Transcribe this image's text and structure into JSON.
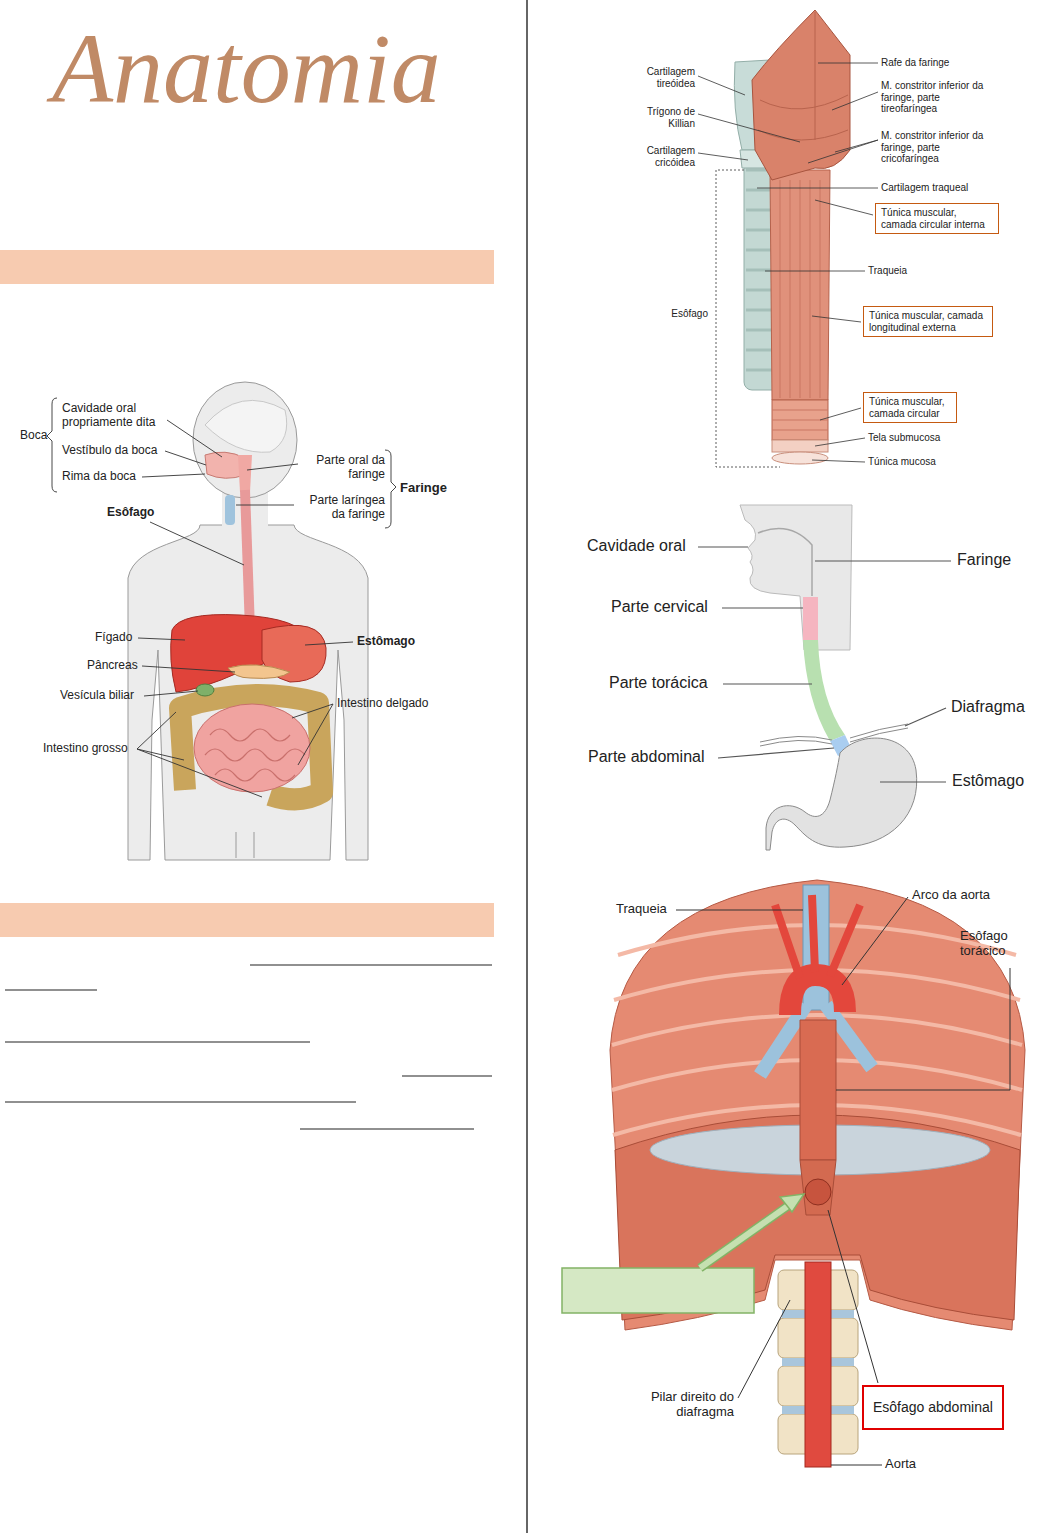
{
  "diagram": {
    "title": "Anatomia",
    "nodes": [
      {
        "text": [
          "Túnica muscular, camada circular interna"
        ]
      },
      {
        "text": [
          "Túnica muscular, camada longitudinal externa"
        ]
      },
      {
        "text": [
          "Túnica muscular, camada circular"
        ]
      },
      {
        "text": [
          "Esôfago abdominal"
        ]
      }
    ],
    "labels": [
      "Boca",
      "Cavidade oral propriamente dita",
      "Vestíbulo da boca",
      "Rima da boca",
      "Parte oral da faringe",
      "Parte laríngea da faringe",
      "Faringe",
      "Esôfago",
      "Fígado",
      "Estômago",
      "Pâncreas",
      "Vesícula biliar",
      "Intestino delgado",
      "Intestino grosso",
      "Cartilagem tireóidea",
      "Trígono de Killian",
      "Cartilagem cricóidea",
      "Esôfago",
      "Rafe da faringe",
      "M. constritor inferior da faringe, parte tireofaríngea",
      "M. constritor inferior da faringe, parte cricofaríngea",
      "Cartilagem traqueal",
      "Traqueia",
      "Tela submucosa",
      "Túnica mucosa",
      "Cavidade oral",
      "Faringe",
      "Parte cervical",
      "Parte torácica",
      "Diafragma",
      "Parte abdominal",
      "Estômago",
      "Traqueia",
      "Arco da aorta",
      "Esôfago torácico",
      "Pilar direito do diafragma",
      "Aorta"
    ]
  }
}
